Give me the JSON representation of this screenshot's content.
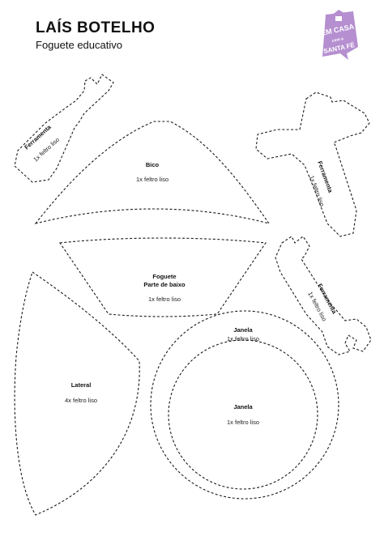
{
  "header": {
    "author": "LAÍS BOTELHO",
    "subtitle": "Foguete educativo"
  },
  "logo": {
    "line1": "EM CASA",
    "line2": "com a",
    "line3": "SANTA FÉ",
    "color": "#b58fd0"
  },
  "pieces": {
    "bico": {
      "name": "Bico",
      "qty": "1x feltro liso"
    },
    "foguete": {
      "name1": "Foguete",
      "name2": "Parte de baixo",
      "qty": "1x feltro liso"
    },
    "lateral": {
      "name": "Lateral",
      "qty": "4x feltro liso"
    },
    "janela_outer": {
      "name": "Janela",
      "qty": "1x feltro liso"
    },
    "janela_inner": {
      "name": "Janela",
      "qty": "1x feltro liso"
    },
    "ferramenta1": {
      "name": "Ferramenta",
      "qty": "1x feltro liso"
    },
    "ferramenta2": {
      "name": "Ferramenta",
      "qty": "1x feltro liso"
    },
    "ferramenta3": {
      "name": "Ferramenta",
      "qty": "1x feltro liso"
    }
  }
}
